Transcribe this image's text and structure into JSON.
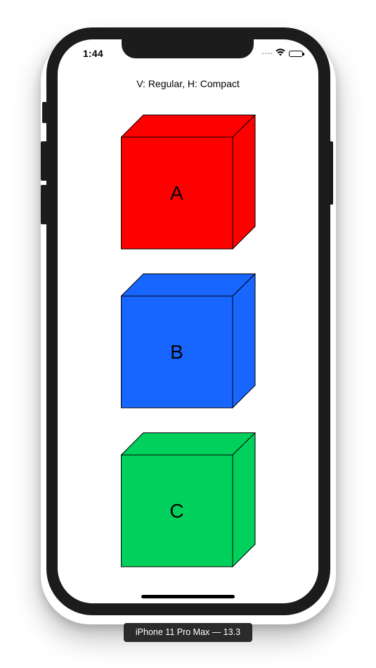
{
  "status_bar": {
    "time": "1:44",
    "icons": [
      "signal-dots-icon",
      "wifi-icon",
      "battery-icon"
    ]
  },
  "size_class_label": "V: Regular, H: Compact",
  "cubes": [
    {
      "label": "A",
      "face_color": "#ff0000"
    },
    {
      "label": "B",
      "face_color": "#1766ff"
    },
    {
      "label": "C",
      "face_color": "#00d15c"
    }
  ],
  "device_label": "iPhone 11 Pro Max — 13.3",
  "colors": {
    "phone_frame": "#1c1c1c",
    "screen_background": "#ffffff",
    "device_label_background": "#2b2b2b"
  }
}
